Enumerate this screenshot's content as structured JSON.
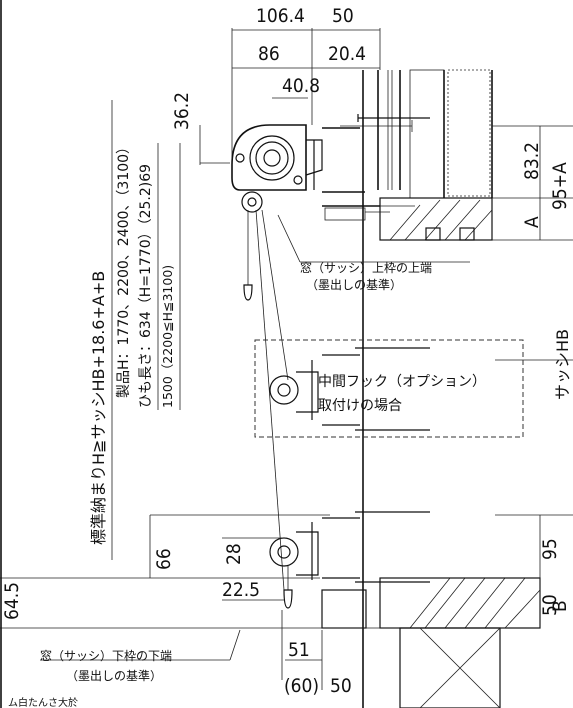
{
  "dimensions": {
    "w106": "106.4",
    "w50": "50",
    "w86": "86",
    "w20": "20.4",
    "w40": "40.8",
    "h36": "36.2",
    "h83": "83.2",
    "h95a": "95+A",
    "a": "A",
    "sashHB": "サッシHB",
    "h95": "95",
    "b": "B",
    "h50": "50",
    "h66": "66",
    "h28": "28",
    "h22": "22.5",
    "h64": "64.5",
    "w51": "51",
    "w60": "(60)",
    "w50b": "50"
  },
  "notes": {
    "top_frame_1": "窓（サッシ）上枠の上端",
    "top_frame_2": "（墨出しの基準）",
    "mid_hook_1": "中間フック（オプション）",
    "mid_hook_2": "取付けの場合",
    "bottom_frame_1": "窓（サッシ）下枠の下端",
    "bottom_frame_2": "（墨出しの基準）"
  },
  "vertical_texts": {
    "std_height": "標準納まりH≧サッシHB+18.6+A+B",
    "product_h": "製品H：1770、2200、2400、（3100）",
    "cord_len": "ひも長さ：634（H=1770）（25.2)69",
    "cord_range": "1500（2200≦H≦3100)"
  },
  "footer_text": "ム白たんさ大於"
}
